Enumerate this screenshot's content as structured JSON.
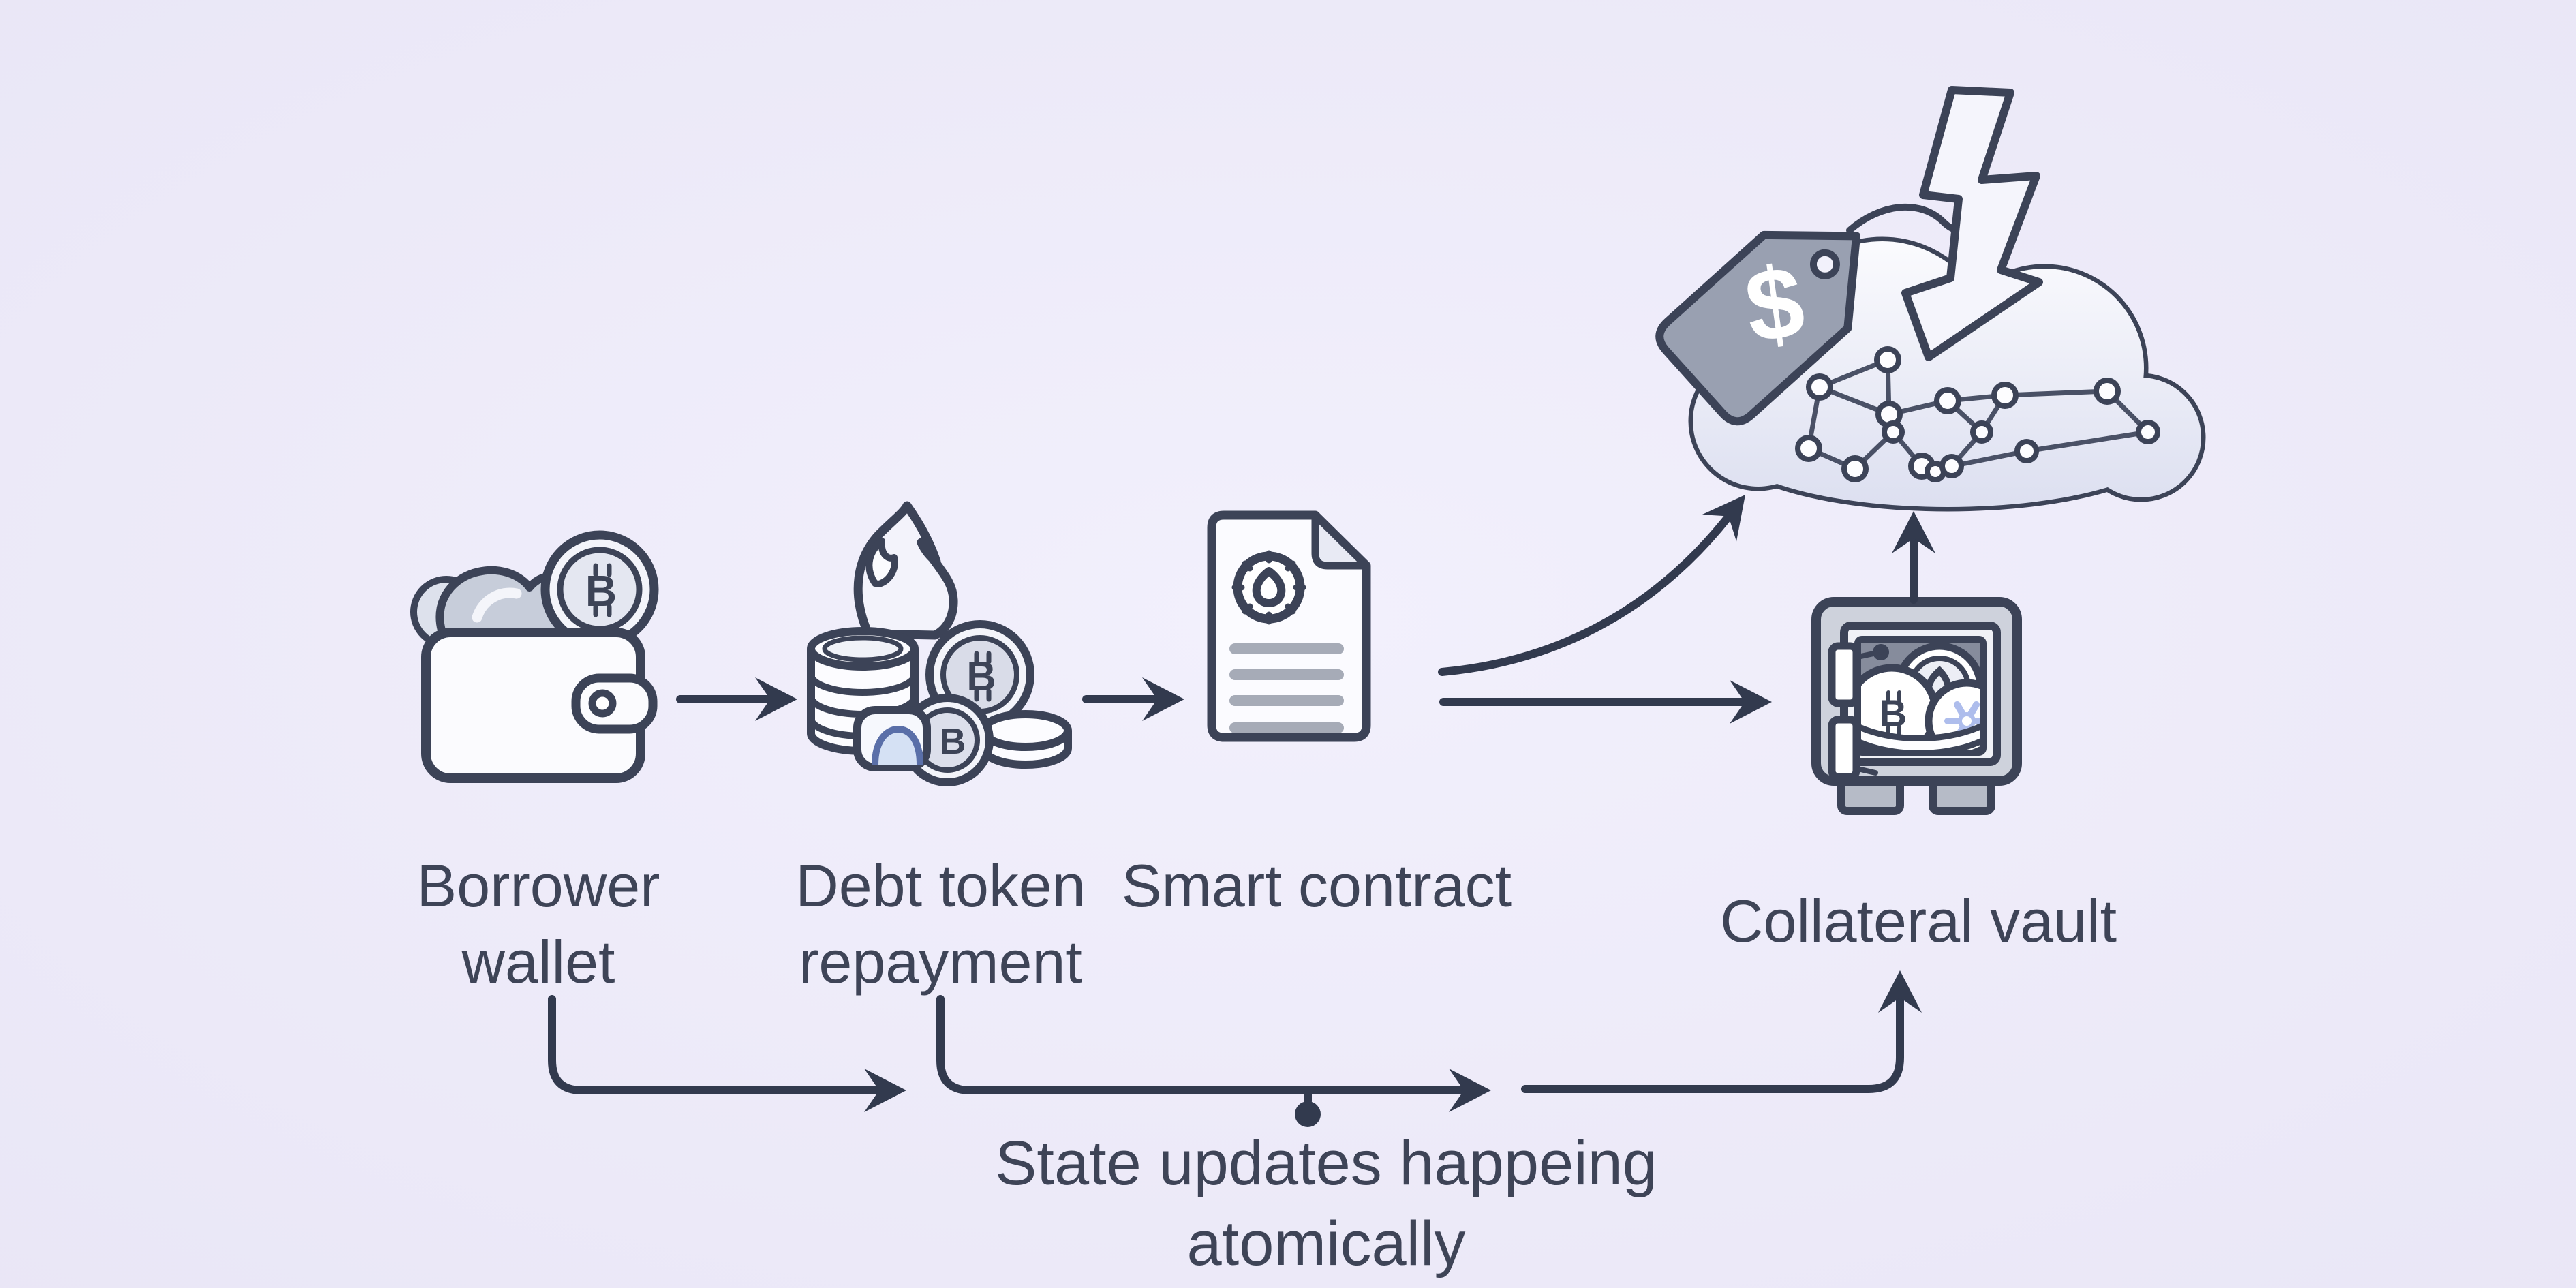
{
  "title": "Atomic debt repayment flow diagram",
  "labels": {
    "borrower_wallet": {
      "line1": "Borrower",
      "line2": "wallet"
    },
    "debt_token": {
      "line1": "Debt token",
      "line2": "repayment"
    },
    "smart_contract": {
      "label": "Smart contract"
    },
    "collateral_vault": {
      "label": "Collateral vault"
    }
  },
  "annotation": {
    "line1": "State updates happeing",
    "line2": "atomically"
  },
  "symbols": {
    "price_tag": "$",
    "coin_b": "B"
  },
  "icons": {
    "borrower_wallet": "wallet-icon",
    "debt_token": "flame-burning-coins-icon",
    "smart_contract": "contract-document-gear-icon",
    "collateral_vault": "vault-safe-coins-icon",
    "oracle": "price-tag-lightning-network-cloud-icon"
  },
  "colors": {
    "background": "#eeecf9",
    "outline": "#3c4357",
    "arrow": "#323a4e",
    "text": "#3e4457",
    "tag_gray": "#99a0b1",
    "vault_body": "#ccd0da",
    "vault_interior": "#848a9a",
    "doc_line_gray": "#a6abb7",
    "cash_gray": "#c7cdda",
    "coin_inner": "#e4e7f1",
    "blue_accent": "#aebdec"
  }
}
